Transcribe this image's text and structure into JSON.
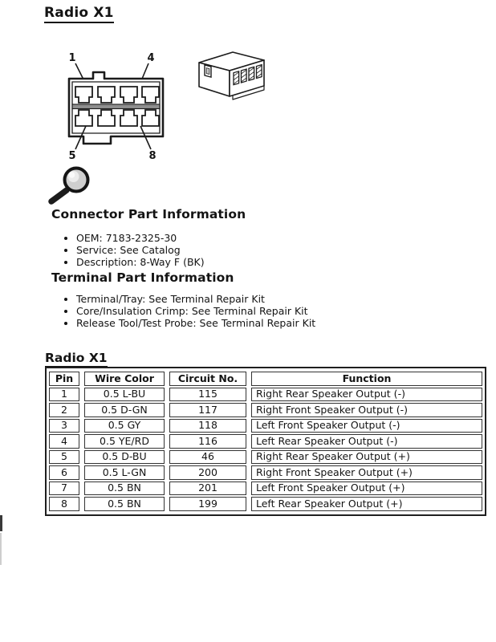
{
  "page_title": "Radio X1",
  "diagram": {
    "front_view": {
      "labels": [
        "1",
        "4",
        "5",
        "8"
      ]
    }
  },
  "connector_info": {
    "heading": "Connector Part Information",
    "items": [
      "OEM: 7183-2325-30",
      "Service: See Catalog",
      "Description: 8-Way F (BK)"
    ]
  },
  "terminal_info": {
    "heading": "Terminal Part Information",
    "items": [
      "Terminal/Tray: See Terminal Repair Kit",
      "Core/Insulation Crimp: See Terminal Repair Kit",
      "Release Tool/Test Probe: See Terminal Repair Kit"
    ]
  },
  "pinout": {
    "title": "Radio X1",
    "headers": [
      "Pin",
      "Wire Color",
      "Circuit No.",
      "Function"
    ],
    "rows": [
      [
        "1",
        "0.5 L-BU",
        "115",
        "Right Rear Speaker Output (-)"
      ],
      [
        "2",
        "0.5 D-GN",
        "117",
        "Right Front Speaker Output (-)"
      ],
      [
        "3",
        "0.5 GY",
        "118",
        "Left Front Speaker Output (-)"
      ],
      [
        "4",
        "0.5 YE/RD",
        "116",
        "Left Rear Speaker Output (-)"
      ],
      [
        "5",
        "0.5 D-BU",
        "46",
        "Right Rear Speaker Output (+)"
      ],
      [
        "6",
        "0.5 L-GN",
        "200",
        "Right Front Speaker Output (+)"
      ],
      [
        "7",
        "0.5 BN",
        "201",
        "Left Front Speaker Output (+)"
      ],
      [
        "8",
        "0.5 BN",
        "199",
        "Left Rear Speaker Output (+)"
      ]
    ]
  },
  "icons": {
    "magnifier": "magnifier-icon"
  },
  "colors": {
    "ink": "#141414",
    "paper": "#ffffff",
    "lens_gray": "#cfcfcf",
    "band_gray": "#8f8f8f"
  }
}
